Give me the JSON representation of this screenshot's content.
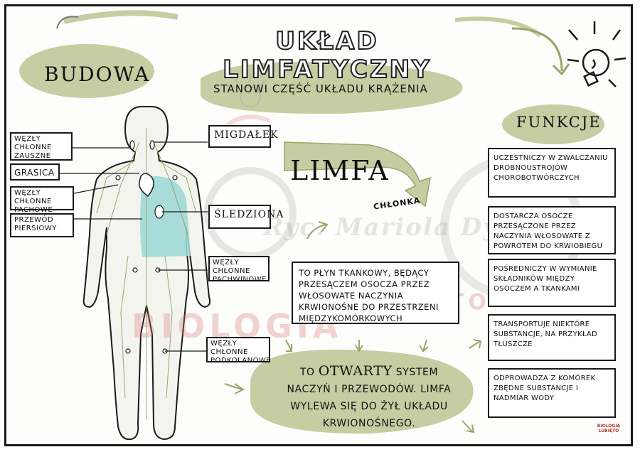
{
  "title": "UKŁAD LIMFATYCZNY",
  "budowa": "BUDOWA",
  "subtitle": "STANOWI CZĘŚĆ UKŁADU KRĄŻENIA",
  "funkcje": "FUNKCJE",
  "limfa": "LIMFA",
  "chlonka": "CHŁONKA",
  "left_labels": [
    "WĘZŁY CHŁONNE ZAUSZNE",
    "GRASICA",
    "WĘZŁY CHŁONNE PACHOWE",
    "PRZEWÓD PIERSIOWY"
  ],
  "right_labels": {
    "migdalek": "MIGDAŁEK",
    "sledziona": "ŚLEDZIONA",
    "pachwinowe": "WĘZŁY CHŁONNE PACHWINOWE",
    "podkolanowe": "WĘZŁY CHŁONNE PODKOLANOWE"
  },
  "limfa_description": "TO PŁYN TKANKOWY, BĘDĄCY PRZESĄCZEM OSOCZA PRZEZ WŁOSOWATE NACZYNIA KRWIONOŚNE DO PRZESTRZENI MIĘDZYKOMÓRKOWYCH",
  "open_system": {
    "line1_small": "TO",
    "line1_big": "OTWARTY",
    "line1_end": "SYSTEM",
    "line2": "NACZYŃ I PRZEWODÓW. LIMFA",
    "line3": "WYLEWA SIĘ DO ŻYŁ UKŁADU",
    "line4": "KRWIONOŚNEGO."
  },
  "functions": [
    "UCZESTNICZY W ZWALCZANIU DROBNOUSTROJÓW CHOROBOTWÓRCZYCH",
    "DOSTARCZA OSOCZE PRZESĄCZONE PRZEZ NACZYNIA WŁOSOWATE Z POWROTEM DO KRWIOBIEGU",
    "POŚREDNICZY W WYMIANIE SKŁADNIKÓW MIĘDZY OSOCZEM A TKANKAMI",
    "TRANSPORTUJE NIEKTÓRE SUBSTANCJE, NA PRZYKŁAD TŁUSZCZE",
    "ODPROWADZA Z KOMÓREK ZBĘDNE SUBSTANCJE I NADMIAR WODY"
  ],
  "watermark": {
    "main": "BIOLOGIA",
    "second": "LUBIĘTO",
    "signature": "Ryc. Mariola Dyl"
  },
  "logo_text": "BIOLOGIA LUBIĘTO",
  "colors": {
    "olive": "#c6cda2",
    "olive_dark": "#9aa56b",
    "teal": "#9fd9d6",
    "watermark_red": "#d67878",
    "ink": "#1a1a1a"
  }
}
